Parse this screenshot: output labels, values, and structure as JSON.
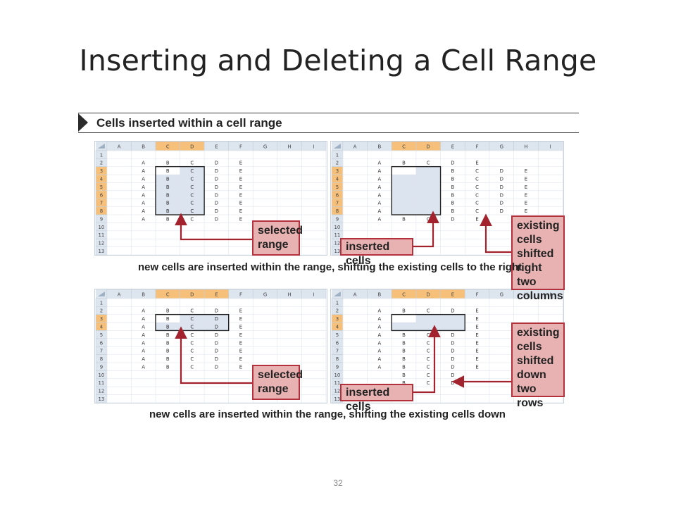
{
  "slide": {
    "title": "Inserting and Deleting a Cell Range",
    "page_number": "32"
  },
  "banner": {
    "text": "Cells inserted within a cell range"
  },
  "captions": {
    "top": "new cells are inserted within the range, shifting the existing cells to the right",
    "bottom": "new cells are inserted within the range, shifting the existing cells down"
  },
  "callouts": {
    "tl": {
      "lines": [
        "selected",
        "range"
      ]
    },
    "tr_inserted": {
      "lines": [
        "inserted cells"
      ]
    },
    "tr_shifted": {
      "lines": [
        "existing",
        "cells",
        "shifted",
        "right two",
        "columns"
      ]
    },
    "bl": {
      "lines": [
        "selected",
        "range"
      ]
    },
    "br_inserted": {
      "lines": [
        "inserted cells"
      ]
    },
    "br_shifted": {
      "lines": [
        "existing",
        "cells",
        "shifted",
        "down",
        "two rows"
      ]
    }
  },
  "colors": {
    "header_bg": "#dde5ee",
    "header_selected": "#f7c07a",
    "selection_fill": "#dce4f0",
    "grid": "#dfe5ec",
    "callout_fill": "#e8b2b2",
    "callout_border": "#b3313c"
  },
  "sheets": {
    "columns": [
      "A",
      "B",
      "C",
      "D",
      "E",
      "F",
      "G",
      "H",
      "I"
    ],
    "rows": [
      "1",
      "2",
      "3",
      "4",
      "5",
      "6",
      "7",
      "8",
      "9",
      "10",
      "11",
      "12",
      "13"
    ],
    "top_left": {
      "selected_cols": [
        "C",
        "D"
      ],
      "selected_rows": [
        "3",
        "4",
        "5",
        "6",
        "7",
        "8"
      ],
      "cells": [
        [
          "",
          "",
          "",
          "",
          "",
          "",
          "",
          "",
          ""
        ],
        [
          "",
          "A",
          "B",
          "C",
          "D",
          "E",
          "",
          "",
          ""
        ],
        [
          "",
          "A",
          "B",
          "C",
          "D",
          "E",
          "",
          "",
          ""
        ],
        [
          "",
          "A",
          "B",
          "C",
          "D",
          "E",
          "",
          "",
          ""
        ],
        [
          "",
          "A",
          "B",
          "C",
          "D",
          "E",
          "",
          "",
          ""
        ],
        [
          "",
          "A",
          "B",
          "C",
          "D",
          "E",
          "",
          "",
          ""
        ],
        [
          "",
          "A",
          "B",
          "C",
          "D",
          "E",
          "",
          "",
          ""
        ],
        [
          "",
          "A",
          "B",
          "C",
          "D",
          "E",
          "",
          "",
          ""
        ],
        [
          "",
          "A",
          "B",
          "C",
          "D",
          "E",
          "",
          "",
          ""
        ],
        [
          "",
          "",
          "",
          "",
          "",
          "",
          "",
          "",
          ""
        ],
        [
          "",
          "",
          "",
          "",
          "",
          "",
          "",
          "",
          ""
        ],
        [
          "",
          "",
          "",
          "",
          "",
          "",
          "",
          "",
          ""
        ],
        [
          "",
          "",
          "",
          "",
          "",
          "",
          "",
          "",
          ""
        ]
      ]
    },
    "top_right": {
      "selected_cols": [
        "C",
        "D"
      ],
      "selected_rows": [
        "3",
        "4",
        "5",
        "6",
        "7",
        "8"
      ],
      "cells": [
        [
          "",
          "",
          "",
          "",
          "",
          "",
          "",
          "",
          ""
        ],
        [
          "",
          "A",
          "B",
          "C",
          "D",
          "E",
          "",
          "",
          ""
        ],
        [
          "",
          "A",
          "",
          "",
          "B",
          "C",
          "D",
          "E",
          ""
        ],
        [
          "",
          "A",
          "",
          "",
          "B",
          "C",
          "D",
          "E",
          ""
        ],
        [
          "",
          "A",
          "",
          "",
          "B",
          "C",
          "D",
          "E",
          ""
        ],
        [
          "",
          "A",
          "",
          "",
          "B",
          "C",
          "D",
          "E",
          ""
        ],
        [
          "",
          "A",
          "",
          "",
          "B",
          "C",
          "D",
          "E",
          ""
        ],
        [
          "",
          "A",
          "",
          "",
          "B",
          "C",
          "D",
          "E",
          ""
        ],
        [
          "",
          "A",
          "B",
          "C",
          "D",
          "E",
          "",
          "",
          ""
        ],
        [
          "",
          "",
          "",
          "",
          "",
          "",
          "",
          "",
          ""
        ],
        [
          "",
          "",
          "",
          "",
          "",
          "",
          "",
          "",
          ""
        ],
        [
          "",
          "",
          "",
          "",
          "",
          "",
          "",
          "",
          ""
        ],
        [
          "",
          "",
          "",
          "",
          "",
          "",
          "",
          "",
          ""
        ]
      ]
    },
    "bottom_left": {
      "selected_cols": [
        "C",
        "D",
        "E"
      ],
      "selected_rows": [
        "3",
        "4"
      ],
      "cells": [
        [
          "",
          "",
          "",
          "",
          "",
          "",
          "",
          "",
          ""
        ],
        [
          "",
          "A",
          "B",
          "C",
          "D",
          "E",
          "",
          "",
          ""
        ],
        [
          "",
          "A",
          "B",
          "C",
          "D",
          "E",
          "",
          "",
          ""
        ],
        [
          "",
          "A",
          "B",
          "C",
          "D",
          "E",
          "",
          "",
          ""
        ],
        [
          "",
          "A",
          "B",
          "C",
          "D",
          "E",
          "",
          "",
          ""
        ],
        [
          "",
          "A",
          "B",
          "C",
          "D",
          "E",
          "",
          "",
          ""
        ],
        [
          "",
          "A",
          "B",
          "C",
          "D",
          "E",
          "",
          "",
          ""
        ],
        [
          "",
          "A",
          "B",
          "C",
          "D",
          "E",
          "",
          "",
          ""
        ],
        [
          "",
          "A",
          "B",
          "C",
          "D",
          "E",
          "",
          "",
          ""
        ],
        [
          "",
          "",
          "",
          "",
          "",
          "",
          "",
          "",
          ""
        ],
        [
          "",
          "",
          "",
          "",
          "",
          "",
          "",
          "",
          ""
        ],
        [
          "",
          "",
          "",
          "",
          "",
          "",
          "",
          "",
          ""
        ],
        [
          "",
          "",
          "",
          "",
          "",
          "",
          "",
          "",
          ""
        ]
      ]
    },
    "bottom_right": {
      "selected_cols": [
        "C",
        "D",
        "E"
      ],
      "selected_rows": [
        "3",
        "4"
      ],
      "cells": [
        [
          "",
          "",
          "",
          "",
          "",
          "",
          "",
          "",
          ""
        ],
        [
          "",
          "A",
          "B",
          "C",
          "D",
          "E",
          "",
          "",
          ""
        ],
        [
          "",
          "A",
          "",
          "",
          "",
          "E",
          "",
          "",
          ""
        ],
        [
          "",
          "A",
          "",
          "",
          "",
          "E",
          "",
          "",
          ""
        ],
        [
          "",
          "A",
          "B",
          "C",
          "D",
          "E",
          "",
          "",
          ""
        ],
        [
          "",
          "A",
          "B",
          "C",
          "D",
          "E",
          "",
          "",
          ""
        ],
        [
          "",
          "A",
          "B",
          "C",
          "D",
          "E",
          "",
          "",
          ""
        ],
        [
          "",
          "A",
          "B",
          "C",
          "D",
          "E",
          "",
          "",
          ""
        ],
        [
          "",
          "A",
          "B",
          "C",
          "D",
          "E",
          "",
          "",
          ""
        ],
        [
          "",
          "",
          "B",
          "C",
          "D",
          "",
          "",
          "",
          ""
        ],
        [
          "",
          "",
          "B",
          "C",
          "D",
          "",
          "",
          "",
          ""
        ],
        [
          "",
          "",
          "",
          "",
          "",
          "",
          "",
          "",
          ""
        ],
        [
          "",
          "",
          "",
          "",
          "",
          "",
          "",
          "",
          ""
        ]
      ]
    }
  }
}
